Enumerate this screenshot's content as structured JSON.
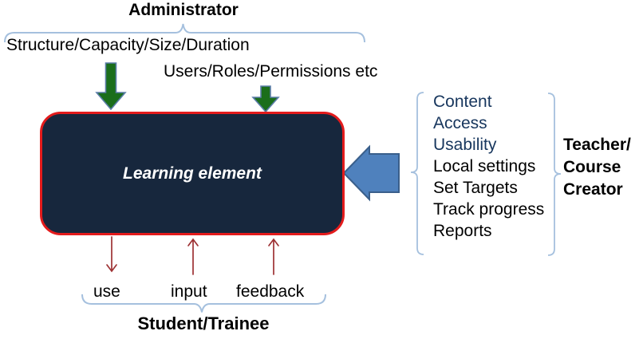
{
  "admin_section": {
    "heading": "Administrator",
    "settings_label": "Structure/Capacity/Size/Duration",
    "users_label": "Users/Roles/Permissions etc"
  },
  "learning_element": {
    "label": "Learning element",
    "fill_color": "#17273D",
    "border_color": "#E31B1C"
  },
  "teacher_section": {
    "items": [
      {
        "label": "Content",
        "highlighted": true
      },
      {
        "label": "Access",
        "highlighted": true
      },
      {
        "label": "Usability",
        "highlighted": true
      },
      {
        "label": "Local settings",
        "highlighted": false
      },
      {
        "label": "Set Targets",
        "highlighted": false
      },
      {
        "label": "Track progress",
        "highlighted": false
      },
      {
        "label": "Reports",
        "highlighted": false
      }
    ],
    "role_lines": [
      "Teacher/",
      "Course",
      "Creator"
    ]
  },
  "student_section": {
    "flow_labels": [
      "use",
      "input",
      "feedback"
    ],
    "heading": "Student/Trainee"
  },
  "colors": {
    "green_arrow": "#1B6E1B",
    "green_arrow_outline": "#5B7DA8",
    "blue_arrow": "#4F81BD",
    "blue_arrow_outline": "#3A5F8B",
    "brace": "#A5C0DE",
    "flow_arrow": "#9E3234",
    "highlight_text": "#17365D",
    "box_fill": "#17273D",
    "box_border": "#E31B1C"
  }
}
